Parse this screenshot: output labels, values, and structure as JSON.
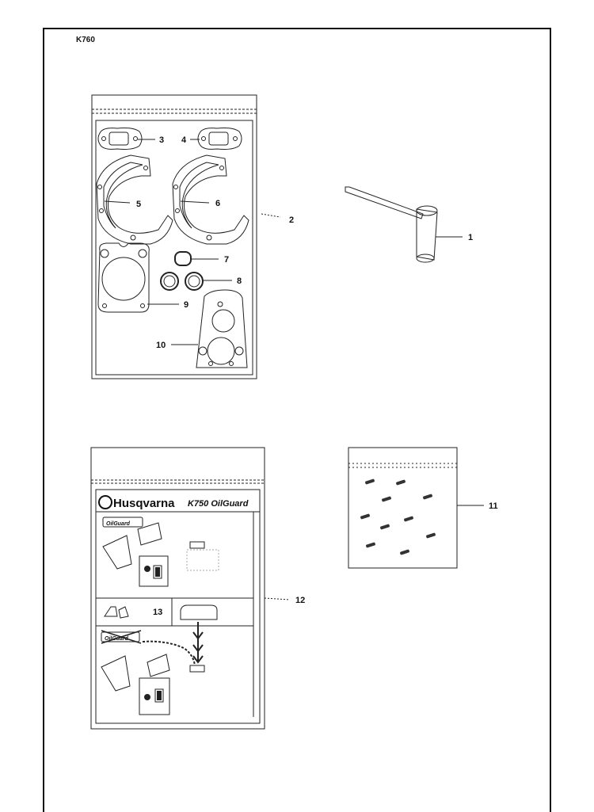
{
  "header": {
    "model": "K760"
  },
  "callouts": [
    "1",
    "2",
    "3",
    "4",
    "5",
    "6",
    "7",
    "8",
    "9",
    "10",
    "11",
    "12",
    "13"
  ],
  "leaflet": {
    "brand": "Husqvarna",
    "title": "K750 OilGuard",
    "logo_text": "OilGuard"
  }
}
